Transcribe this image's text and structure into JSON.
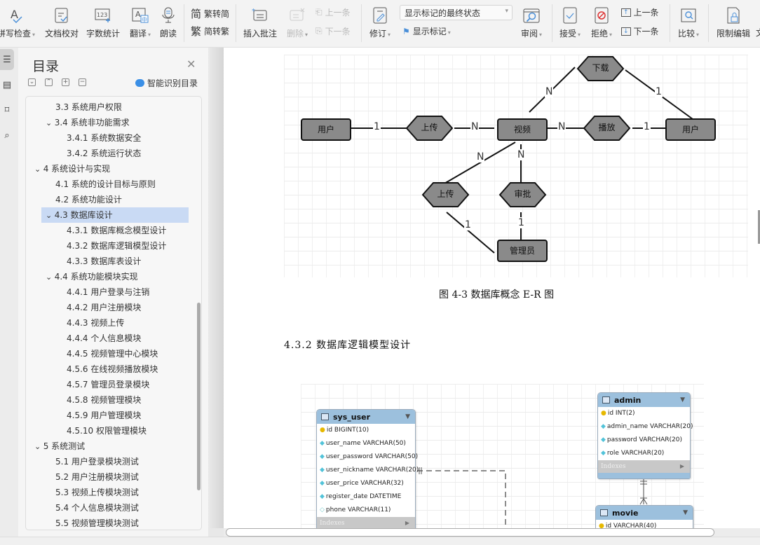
{
  "ribbon": {
    "spell_check": "拼写检查",
    "doc_proof": "文档校对",
    "word_count": "字数统计",
    "translate": "翻译",
    "read_aloud": "朗读",
    "trad_to_simp": "繁转简",
    "simp_to_trad": "简转繁",
    "insert_comment": "插入批注",
    "delete": "删除",
    "prev_comment": "上一条",
    "next_comment": "下一条",
    "revise": "修订",
    "markup_state": "显示标记的最终状态",
    "show_markup": "显示标记",
    "review": "审阅",
    "accept": "接受",
    "reject": "拒绝",
    "prev_change": "上一条",
    "next_change": "下一条",
    "compare": "比较",
    "restrict_edit": "限制编辑",
    "cut_off": "文"
  },
  "toc": {
    "title": "目录",
    "smart_label": "智能识别目录",
    "items": [
      {
        "label": "3.3  系统用户权限",
        "level": 2,
        "expand": false
      },
      {
        "label": "3.4  系统非功能需求",
        "level": 2,
        "expand": true
      },
      {
        "label": "3.4.1 系统数据安全",
        "level": 3,
        "expand": false
      },
      {
        "label": "3.4.2 系统运行状态",
        "level": 3,
        "expand": false
      },
      {
        "label": "4   系统设计与实现",
        "level": 1,
        "expand": true
      },
      {
        "label": "4.1  系统的设计目标与原则",
        "level": 2,
        "expand": false
      },
      {
        "label": "4.2  系统功能设计",
        "level": 2,
        "expand": false
      },
      {
        "label": "4.3  数据库设计",
        "level": 2,
        "expand": true,
        "selected": true
      },
      {
        "label": "4.3.1 数据库概念模型设计",
        "level": 3,
        "expand": false
      },
      {
        "label": "4.3.2 数据库逻辑模型设计",
        "level": 3,
        "expand": false
      },
      {
        "label": "4.3.3 数据库表设计",
        "level": 3,
        "expand": false
      },
      {
        "label": "4.4  系统功能模块实现",
        "level": 2,
        "expand": true
      },
      {
        "label": "4.4.1 用户登录与注销",
        "level": 3,
        "expand": false
      },
      {
        "label": "4.4.2 用户注册模块",
        "level": 3,
        "expand": false
      },
      {
        "label": "4.4.3 视频上传",
        "level": 3,
        "expand": false
      },
      {
        "label": "4.4.4 个人信息模块",
        "level": 3,
        "expand": false
      },
      {
        "label": "4.4.5 视频管理中心模块",
        "level": 3,
        "expand": false
      },
      {
        "label": "4.5.6 在线视频播放模块",
        "level": 3,
        "expand": false
      },
      {
        "label": "4.5.7 管理员登录模块",
        "level": 3,
        "expand": false
      },
      {
        "label": "4.5.8 视频管理模块",
        "level": 3,
        "expand": false
      },
      {
        "label": "4.5.9 用户管理模块",
        "level": 3,
        "expand": false
      },
      {
        "label": "4.5.10  权限管理模块",
        "level": 3,
        "expand": false
      },
      {
        "label": "5   系统测试",
        "level": 1,
        "expand": true
      },
      {
        "label": "5.1  用户登录模块测试",
        "level": 2,
        "expand": false
      },
      {
        "label": "5.2  用户注册模块测试",
        "level": 2,
        "expand": false
      },
      {
        "label": "5.3  视频上传模块测试",
        "level": 2,
        "expand": false
      },
      {
        "label": "5.4  个人信息模块测试",
        "level": 2,
        "expand": false
      },
      {
        "label": "5.5  视频管理模块测试",
        "level": 2,
        "expand": false
      }
    ]
  },
  "document": {
    "er_diagram": {
      "entities": {
        "user_left": "用户",
        "video": "视频",
        "user_right": "用户",
        "admin": "管理员"
      },
      "relations": {
        "upload_user": "上传",
        "download": "下载",
        "play": "播放",
        "upload_admin": "上传",
        "approve": "审批"
      },
      "cardinalities": {
        "one": "1",
        "many": "N"
      }
    },
    "figure_caption": "图 4-3 数据库概念 E-R 图",
    "section_heading": "4.3.2 数据库逻辑模型设计",
    "tables": {
      "sys_user": {
        "name": "sys_user",
        "columns": [
          "id BIGINT(10)",
          "user_name VARCHAR(50)",
          "user_password VARCHAR(50)",
          "user_nickname VARCHAR(20)",
          "user_price VARCHAR(32)",
          "register_date DATETIME",
          "phone VARCHAR(11)"
        ],
        "indexes": "Indexes"
      },
      "admin": {
        "name": "admin",
        "columns": [
          "id INT(2)",
          "admin_name VARCHAR(20)",
          "password VARCHAR(20)",
          "role VARCHAR(20)"
        ],
        "indexes": "Indexes"
      },
      "movie": {
        "name": "movie",
        "columns": [
          "id VARCHAR(40)"
        ]
      }
    }
  }
}
